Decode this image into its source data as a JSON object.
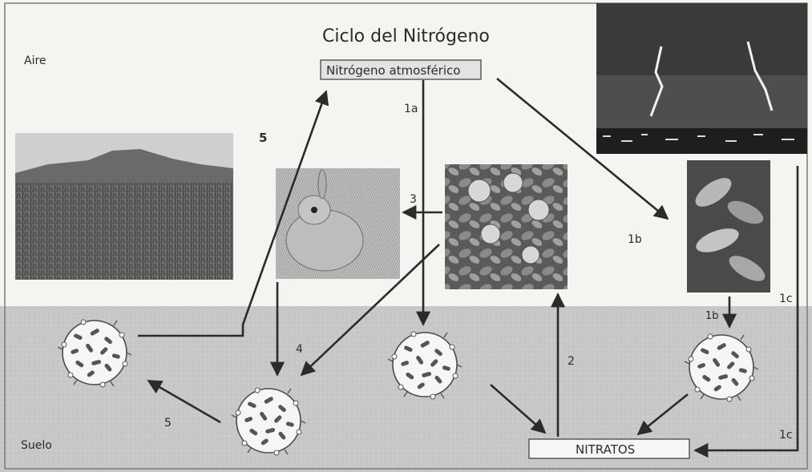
{
  "title": "Ciclo del Nitrógeno",
  "zones": {
    "air_label": "Aire",
    "soil_label": "Suelo"
  },
  "boxes": {
    "atmospheric_nitrogen": "Nitrógeno atmosférico",
    "nitrates": "NITRATOS"
  },
  "arrow_labels": {
    "a1a": "1a",
    "a1b_top": "1b",
    "a1b_bottom": "1b",
    "a1c_top": "1c",
    "a1c_bottom": "1c",
    "a2": "2",
    "a3": "3",
    "a4": "4",
    "a5_top": "5",
    "a5_bottom": "5"
  },
  "photos": {
    "landscape": "landscape-photo",
    "lightning": "lightning-photo",
    "rabbit": "rabbit-photo",
    "legume_plant": "legume-plant-photo",
    "leaf_plant": "leaf-plant-photo"
  },
  "colors": {
    "paper": "#f4f4f1",
    "soil": "#c8c8c8",
    "ink": "#2b2b2b"
  }
}
